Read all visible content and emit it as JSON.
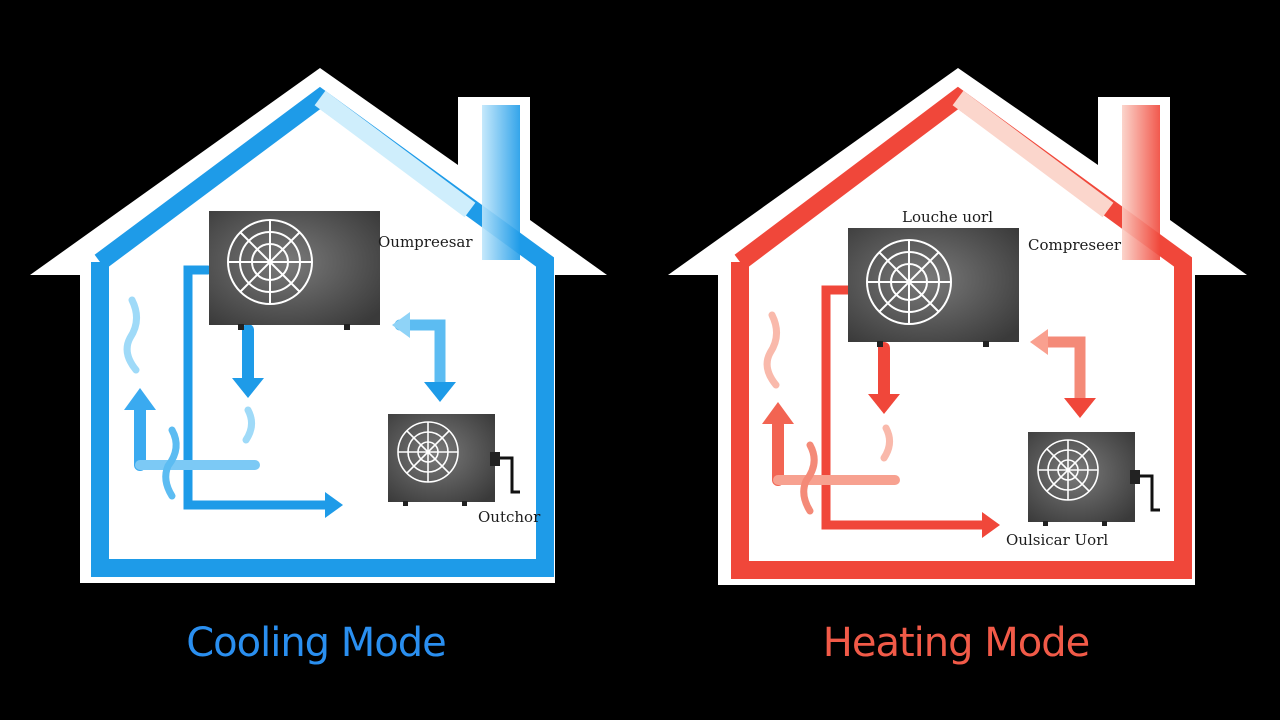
{
  "colors": {
    "background": "#000000",
    "cool": "#1e9be8",
    "cool_light": "#8fd3f7",
    "heat": "#f0473a",
    "heat_light": "#f9a08f",
    "house_fill": "#ffffff",
    "unit_body": "#4a4a4a"
  },
  "panels": [
    {
      "mode": "cooling",
      "caption": "Cooling Mode",
      "labels": {
        "top_unit": "",
        "compressor": "Oumpreesar",
        "outdoor": "Outchor"
      },
      "icons": [
        "house-outline-icon",
        "indoor-fan-unit-icon",
        "outdoor-fan-unit-icon",
        "flow-arrow-icon"
      ]
    },
    {
      "mode": "heating",
      "caption": "Heating Mode",
      "labels": {
        "top_unit": "Louche uorl",
        "compressor": "Compreseer",
        "outdoor": "Oulsicar Uorl"
      },
      "icons": [
        "house-outline-icon",
        "indoor-fan-unit-icon",
        "outdoor-fan-unit-icon",
        "flow-arrow-icon"
      ]
    }
  ]
}
